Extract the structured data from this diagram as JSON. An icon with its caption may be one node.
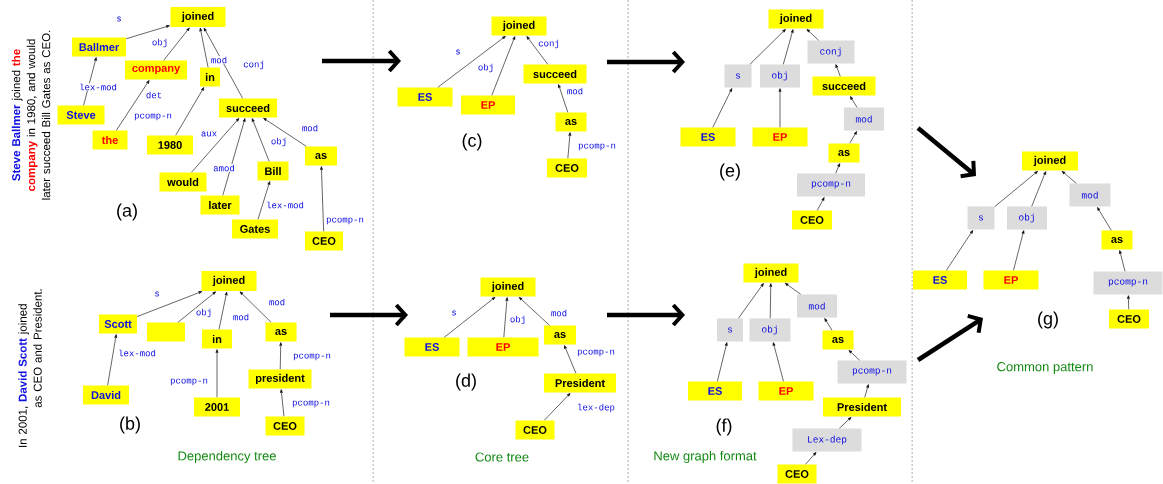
{
  "diagram": {
    "nodes": [
      {
        "text": [
          "joined"
        ]
      },
      {
        "text": [
          "Ballmer"
        ]
      },
      {
        "text": [
          "company"
        ]
      },
      {
        "text": [
          "in"
        ]
      },
      {
        "text": [
          "Steve"
        ]
      },
      {
        "text": [
          "the"
        ]
      },
      {
        "text": [
          "1980"
        ]
      },
      {
        "text": [
          "succeed"
        ]
      },
      {
        "text": [
          "would"
        ]
      },
      {
        "text": [
          "later"
        ]
      },
      {
        "text": [
          "Bill"
        ]
      },
      {
        "text": [
          "as"
        ]
      },
      {
        "text": [
          "Gates"
        ]
      },
      {
        "text": [
          "CEO"
        ]
      },
      {
        "text": [
          "joined"
        ]
      },
      {
        "text": [
          "Scott"
        ]
      },
      {
        "text": [],
        "shape": "box"
      },
      {
        "text": [
          "in"
        ]
      },
      {
        "text": [
          "as"
        ]
      },
      {
        "text": [
          "David"
        ]
      },
      {
        "text": [
          "president"
        ]
      },
      {
        "text": [
          "2001"
        ]
      },
      {
        "text": [
          "CEO"
        ]
      },
      {
        "text": [
          "joined"
        ]
      },
      {
        "text": [
          "succeed"
        ]
      },
      {
        "text": [
          "ES"
        ]
      },
      {
        "text": [
          "EP"
        ]
      },
      {
        "text": [
          "as"
        ]
      },
      {
        "text": [
          "CEO"
        ]
      },
      {
        "text": [
          "joined"
        ]
      },
      {
        "text": [
          "as"
        ]
      },
      {
        "text": [
          "ES"
        ]
      },
      {
        "text": [
          "EP"
        ]
      },
      {
        "text": [
          "President"
        ]
      },
      {
        "text": [
          "CEO"
        ]
      },
      {
        "text": [
          "joined"
        ]
      },
      {
        "text": [
          "conj"
        ]
      },
      {
        "text": [
          "s"
        ]
      },
      {
        "text": [
          "obj"
        ]
      },
      {
        "text": [
          "succeed"
        ]
      },
      {
        "text": [
          "mod"
        ]
      },
      {
        "text": [
          "ES"
        ]
      },
      {
        "text": [
          "EP"
        ]
      },
      {
        "text": [
          "as"
        ]
      },
      {
        "text": [
          "pcomp-n"
        ]
      },
      {
        "text": [
          "CEO"
        ]
      },
      {
        "text": [
          "joined"
        ]
      },
      {
        "text": [
          "mod"
        ]
      },
      {
        "text": [
          "s"
        ]
      },
      {
        "text": [
          "obj"
        ]
      },
      {
        "text": [
          "as"
        ]
      },
      {
        "text": [
          "ES"
        ]
      },
      {
        "text": [
          "EP"
        ]
      },
      {
        "text": [
          "pcomp-n"
        ]
      },
      {
        "text": [
          "President"
        ]
      },
      {
        "text": [
          "Lex-dep"
        ]
      },
      {
        "text": [
          "CEO"
        ]
      },
      {
        "text": [
          "joined"
        ]
      },
      {
        "text": [
          "mod"
        ]
      },
      {
        "text": [
          "s"
        ]
      },
      {
        "text": [
          "obj"
        ]
      },
      {
        "text": [
          "as"
        ]
      },
      {
        "text": [
          "ES"
        ]
      },
      {
        "text": [
          "EP"
        ]
      },
      {
        "text": [
          "pcomp-n"
        ]
      },
      {
        "text": [
          "CEO"
        ]
      }
    ],
    "edges": [
      {
        "from": 1,
        "to": 0,
        "arrow": "to",
        "label": "s"
      },
      {
        "from": 2,
        "to": 0,
        "arrow": "to",
        "label": "obj"
      },
      {
        "from": 3,
        "to": 0,
        "arrow": "to",
        "label": "mod"
      },
      {
        "from": 7,
        "to": 0,
        "arrow": "to",
        "label": "conj"
      },
      {
        "from": 4,
        "to": 1,
        "arrow": "to",
        "label": "lex-mod"
      },
      {
        "from": 5,
        "to": 2,
        "arrow": "to",
        "label": "det"
      },
      {
        "from": 6,
        "to": 3,
        "arrow": "to",
        "label": "pcomp-n"
      },
      {
        "from": 8,
        "to": 7,
        "arrow": "to",
        "label": "aux"
      },
      {
        "from": 9,
        "to": 7,
        "arrow": "to",
        "label": "amod"
      },
      {
        "from": 10,
        "to": 7,
        "arrow": "to",
        "label": "obj"
      },
      {
        "from": 11,
        "to": 7,
        "arrow": "to",
        "label": "mod"
      },
      {
        "from": 12,
        "to": 10,
        "arrow": "to",
        "label": "lex-mod"
      },
      {
        "from": 13,
        "to": 11,
        "arrow": "to",
        "label": "pcomp-n"
      },
      {
        "from": 15,
        "to": 14,
        "arrow": "to",
        "label": "s"
      },
      {
        "from": 16,
        "to": 14,
        "arrow": "to",
        "label": "obj"
      },
      {
        "from": 17,
        "to": 14,
        "arrow": "to",
        "label": "mod"
      },
      {
        "from": 18,
        "to": 14,
        "arrow": "to",
        "label": "mod"
      },
      {
        "from": 19,
        "to": 15,
        "arrow": "to",
        "label": "lex-mod"
      },
      {
        "from": 21,
        "to": 17,
        "arrow": "to",
        "label": "pcomp-n"
      },
      {
        "from": 20,
        "to": 18,
        "arrow": "to",
        "label": "pcomp-n"
      },
      {
        "from": 22,
        "to": 20,
        "arrow": "to",
        "label": "pcomp-n"
      },
      {
        "from": 25,
        "to": 23,
        "arrow": "to",
        "label": "s"
      },
      {
        "from": 26,
        "to": 23,
        "arrow": "to",
        "label": "obj"
      },
      {
        "from": 24,
        "to": 23,
        "arrow": "to",
        "label": "conj"
      },
      {
        "from": 27,
        "to": 24,
        "arrow": "to",
        "label": "mod"
      },
      {
        "from": 28,
        "to": 27,
        "arrow": "to",
        "label": "pcomp-n"
      },
      {
        "from": 31,
        "to": 29,
        "arrow": "to",
        "label": "s"
      },
      {
        "from": 32,
        "to": 29,
        "arrow": "to",
        "label": "obj"
      },
      {
        "from": 30,
        "to": 29,
        "arrow": "to",
        "label": "mod"
      },
      {
        "from": 33,
        "to": 30,
        "arrow": "to",
        "label": "pcomp-n"
      },
      {
        "from": 34,
        "to": 33,
        "arrow": "to",
        "label": "lex-dep"
      },
      {
        "from": 37,
        "to": 35,
        "arrow": "to"
      },
      {
        "from": 38,
        "to": 35,
        "arrow": "to"
      },
      {
        "from": 36,
        "to": 35,
        "arrow": "to"
      },
      {
        "from": 41,
        "to": 37,
        "arrow": "to"
      },
      {
        "from": 42,
        "to": 38,
        "arrow": "to"
      },
      {
        "from": 39,
        "to": 36,
        "arrow": "to"
      },
      {
        "from": 40,
        "to": 39,
        "arrow": "to"
      },
      {
        "from": 43,
        "to": 40,
        "arrow": "to"
      },
      {
        "from": 44,
        "to": 43,
        "arrow": "to"
      },
      {
        "from": 45,
        "to": 44,
        "arrow": "to"
      },
      {
        "from": 48,
        "to": 46,
        "arrow": "to"
      },
      {
        "from": 49,
        "to": 46,
        "arrow": "to"
      },
      {
        "from": 47,
        "to": 46,
        "arrow": "to"
      },
      {
        "from": 51,
        "to": 48,
        "arrow": "to"
      },
      {
        "from": 52,
        "to": 49,
        "arrow": "to"
      },
      {
        "from": 50,
        "to": 47,
        "arrow": "to"
      },
      {
        "from": 53,
        "to": 50,
        "arrow": "to"
      },
      {
        "from": 54,
        "to": 53,
        "arrow": "to"
      },
      {
        "from": 55,
        "to": 54,
        "arrow": "to"
      },
      {
        "from": 56,
        "to": 55,
        "arrow": "to"
      },
      {
        "from": 59,
        "to": 57,
        "arrow": "to"
      },
      {
        "from": 60,
        "to": 57,
        "arrow": "to"
      },
      {
        "from": 58,
        "to": 57,
        "arrow": "to"
      },
      {
        "from": 62,
        "to": 59,
        "arrow": "to"
      },
      {
        "from": 63,
        "to": 60,
        "arrow": "to"
      },
      {
        "from": 61,
        "to": 58,
        "arrow": "to"
      },
      {
        "from": 64,
        "to": 61,
        "arrow": "to"
      },
      {
        "from": 65,
        "to": 64,
        "arrow": "to"
      }
    ],
    "labels": [
      "Steve Ballmer",
      "joined",
      "the company",
      "in 1980, and would later succeed Bill Gates as CEO.",
      "In 2001,",
      "David Scott",
      "joined",
      "as CEO and President.",
      "(a)",
      "(b)",
      "(c)",
      "(d)",
      "(e)",
      "(f)",
      "(g)",
      "Dependency tree",
      "Core tree",
      "New graph format",
      "Common pattern"
    ]
  }
}
